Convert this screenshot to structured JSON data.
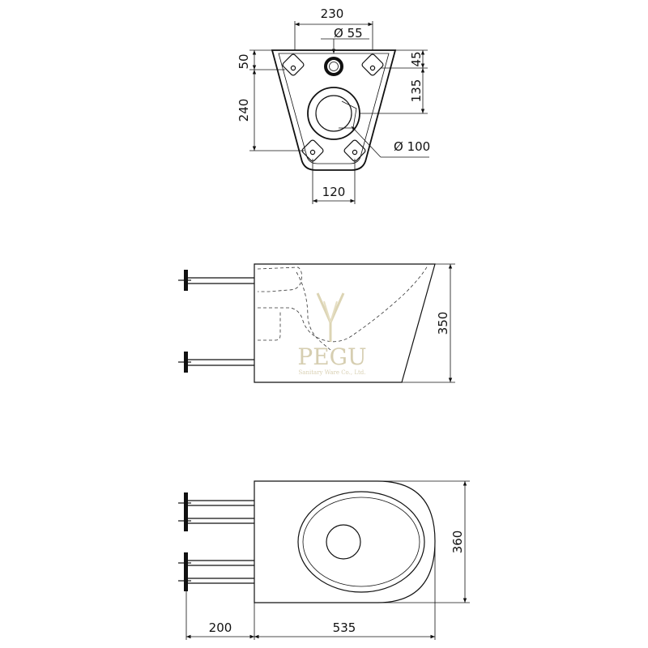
{
  "front_view": {
    "dim_top_width": "230",
    "dim_pipe_diameter": "Ø 55",
    "dim_top_height": "50",
    "dim_top_right": "45",
    "dim_right_spacing": "135",
    "dim_left_height": "240",
    "dim_outlet_diameter": "Ø 100",
    "dim_bottom_width": "120"
  },
  "side_view": {
    "dim_height": "350"
  },
  "top_view": {
    "dim_width": "360",
    "dim_rod_length": "200",
    "dim_length": "535"
  },
  "watermark": {
    "brand": "PEGU",
    "tagline": "Sanitary Ware Co., Ltd."
  },
  "colors": {
    "line": "#111111",
    "watermark": "#cfc6a4"
  }
}
